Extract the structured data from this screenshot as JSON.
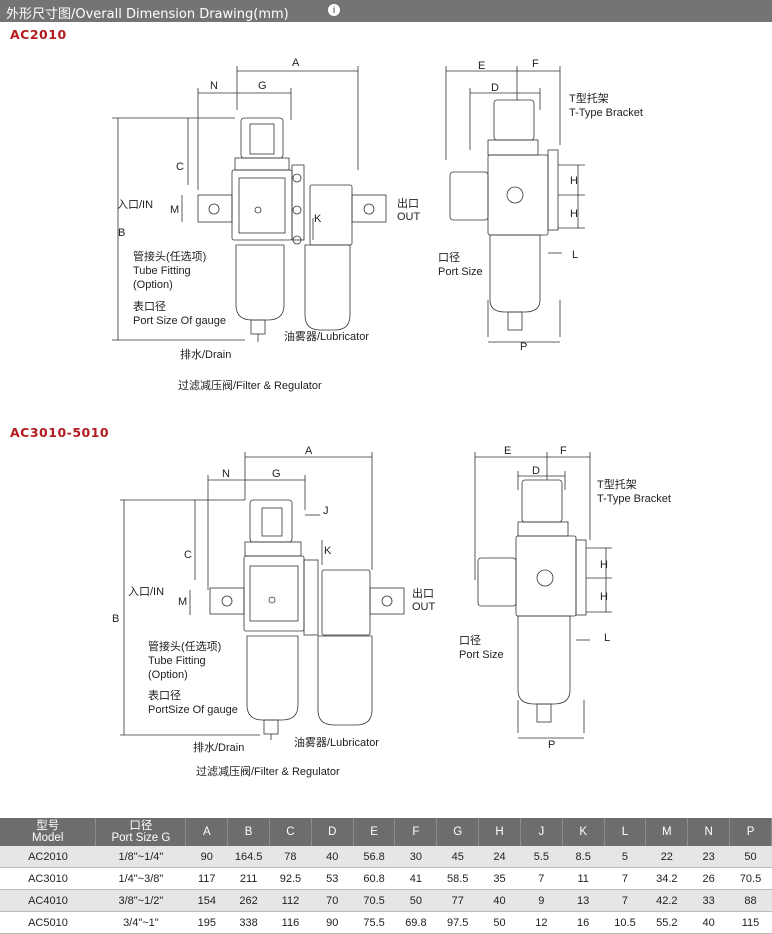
{
  "header": {
    "title": "外形尺寸图/Overall Dimension Drawing(mm)",
    "icon": "info-icon"
  },
  "sections": {
    "top": "AC2010",
    "bottom": "AC3010-5010"
  },
  "top": {
    "dims": {
      "A": "A",
      "N": "N",
      "G": "G",
      "C": "C",
      "M": "M",
      "B": "B",
      "K": "K",
      "E": "E",
      "F": "F",
      "D": "D",
      "H1": "H",
      "H2": "H",
      "L": "L",
      "P": "P"
    },
    "in": "入口/IN",
    "out_cn": "出口",
    "out_en": "OUT",
    "tube_cn": "管接头(任选项)",
    "tube_en": "Tube Fitting",
    "tube_opt": "(Option)",
    "gauge_cn": "表口径",
    "gauge_en": "Port Size Of  gauge",
    "drain": "排水/Drain",
    "lubricator": "油雾器/Lubricator",
    "filter": "过滤减压阀/Filter & Regulator",
    "bracket_cn": "T型托架",
    "bracket_en": "T-Type Bracket",
    "port_cn": "口径",
    "port_en": "Port Size"
  },
  "bottom": {
    "dims": {
      "A": "A",
      "N": "N",
      "G": "G",
      "J": "J",
      "C": "C",
      "K": "K",
      "M": "M",
      "B": "B",
      "E": "E",
      "F": "F",
      "D": "D",
      "H1": "H",
      "H2": "H",
      "L": "L",
      "P": "P"
    },
    "in": "入口/IN",
    "out_cn": "出口",
    "out_en": "OUT",
    "tube_cn": "管接头(任选项)",
    "tube_en": "Tube Fitting",
    "tube_opt": "(Option)",
    "gauge_cn": "表口径",
    "gauge_en": "PortSize Of gauge",
    "drain": "排水/Drain",
    "lubricator": "油雾器/Lubricator",
    "filter": "过滤减压阀/Filter & Regulator",
    "bracket_cn": "T型托架",
    "bracket_en": "T-Type Bracket",
    "port_cn": "口径",
    "port_en": "Port Size"
  },
  "table": {
    "model_cn": "型号",
    "model_en": "Model",
    "port_cn": "口径",
    "port_en": "Port Size G",
    "columns": [
      "A",
      "B",
      "C",
      "D",
      "E",
      "F",
      "G",
      "H",
      "J",
      "K",
      "L",
      "M",
      "N",
      "P"
    ],
    "rows": [
      {
        "model": "AC2010",
        "port": "1/8\"~1/4\"",
        "values": [
          "90",
          "164.5",
          "78",
          "40",
          "56.8",
          "30",
          "45",
          "24",
          "5.5",
          "8.5",
          "5",
          "22",
          "23",
          "50"
        ]
      },
      {
        "model": "AC3010",
        "port": "1/4\"~3/8\"",
        "values": [
          "117",
          "211",
          "92.5",
          "53",
          "60.8",
          "41",
          "58.5",
          "35",
          "7",
          "11",
          "7",
          "34.2",
          "26",
          "70.5"
        ]
      },
      {
        "model": "AC4010",
        "port": "3/8\"~1/2\"",
        "values": [
          "154",
          "262",
          "112",
          "70",
          "70.5",
          "50",
          "77",
          "40",
          "9",
          "13",
          "7",
          "42.2",
          "33",
          "88"
        ]
      },
      {
        "model": "AC5010",
        "port": "3/4\"~1\"",
        "values": [
          "195",
          "338",
          "116",
          "90",
          "75.5",
          "69.8",
          "97.5",
          "50",
          "12",
          "16",
          "10.5",
          "55.2",
          "40",
          "115"
        ]
      }
    ]
  }
}
